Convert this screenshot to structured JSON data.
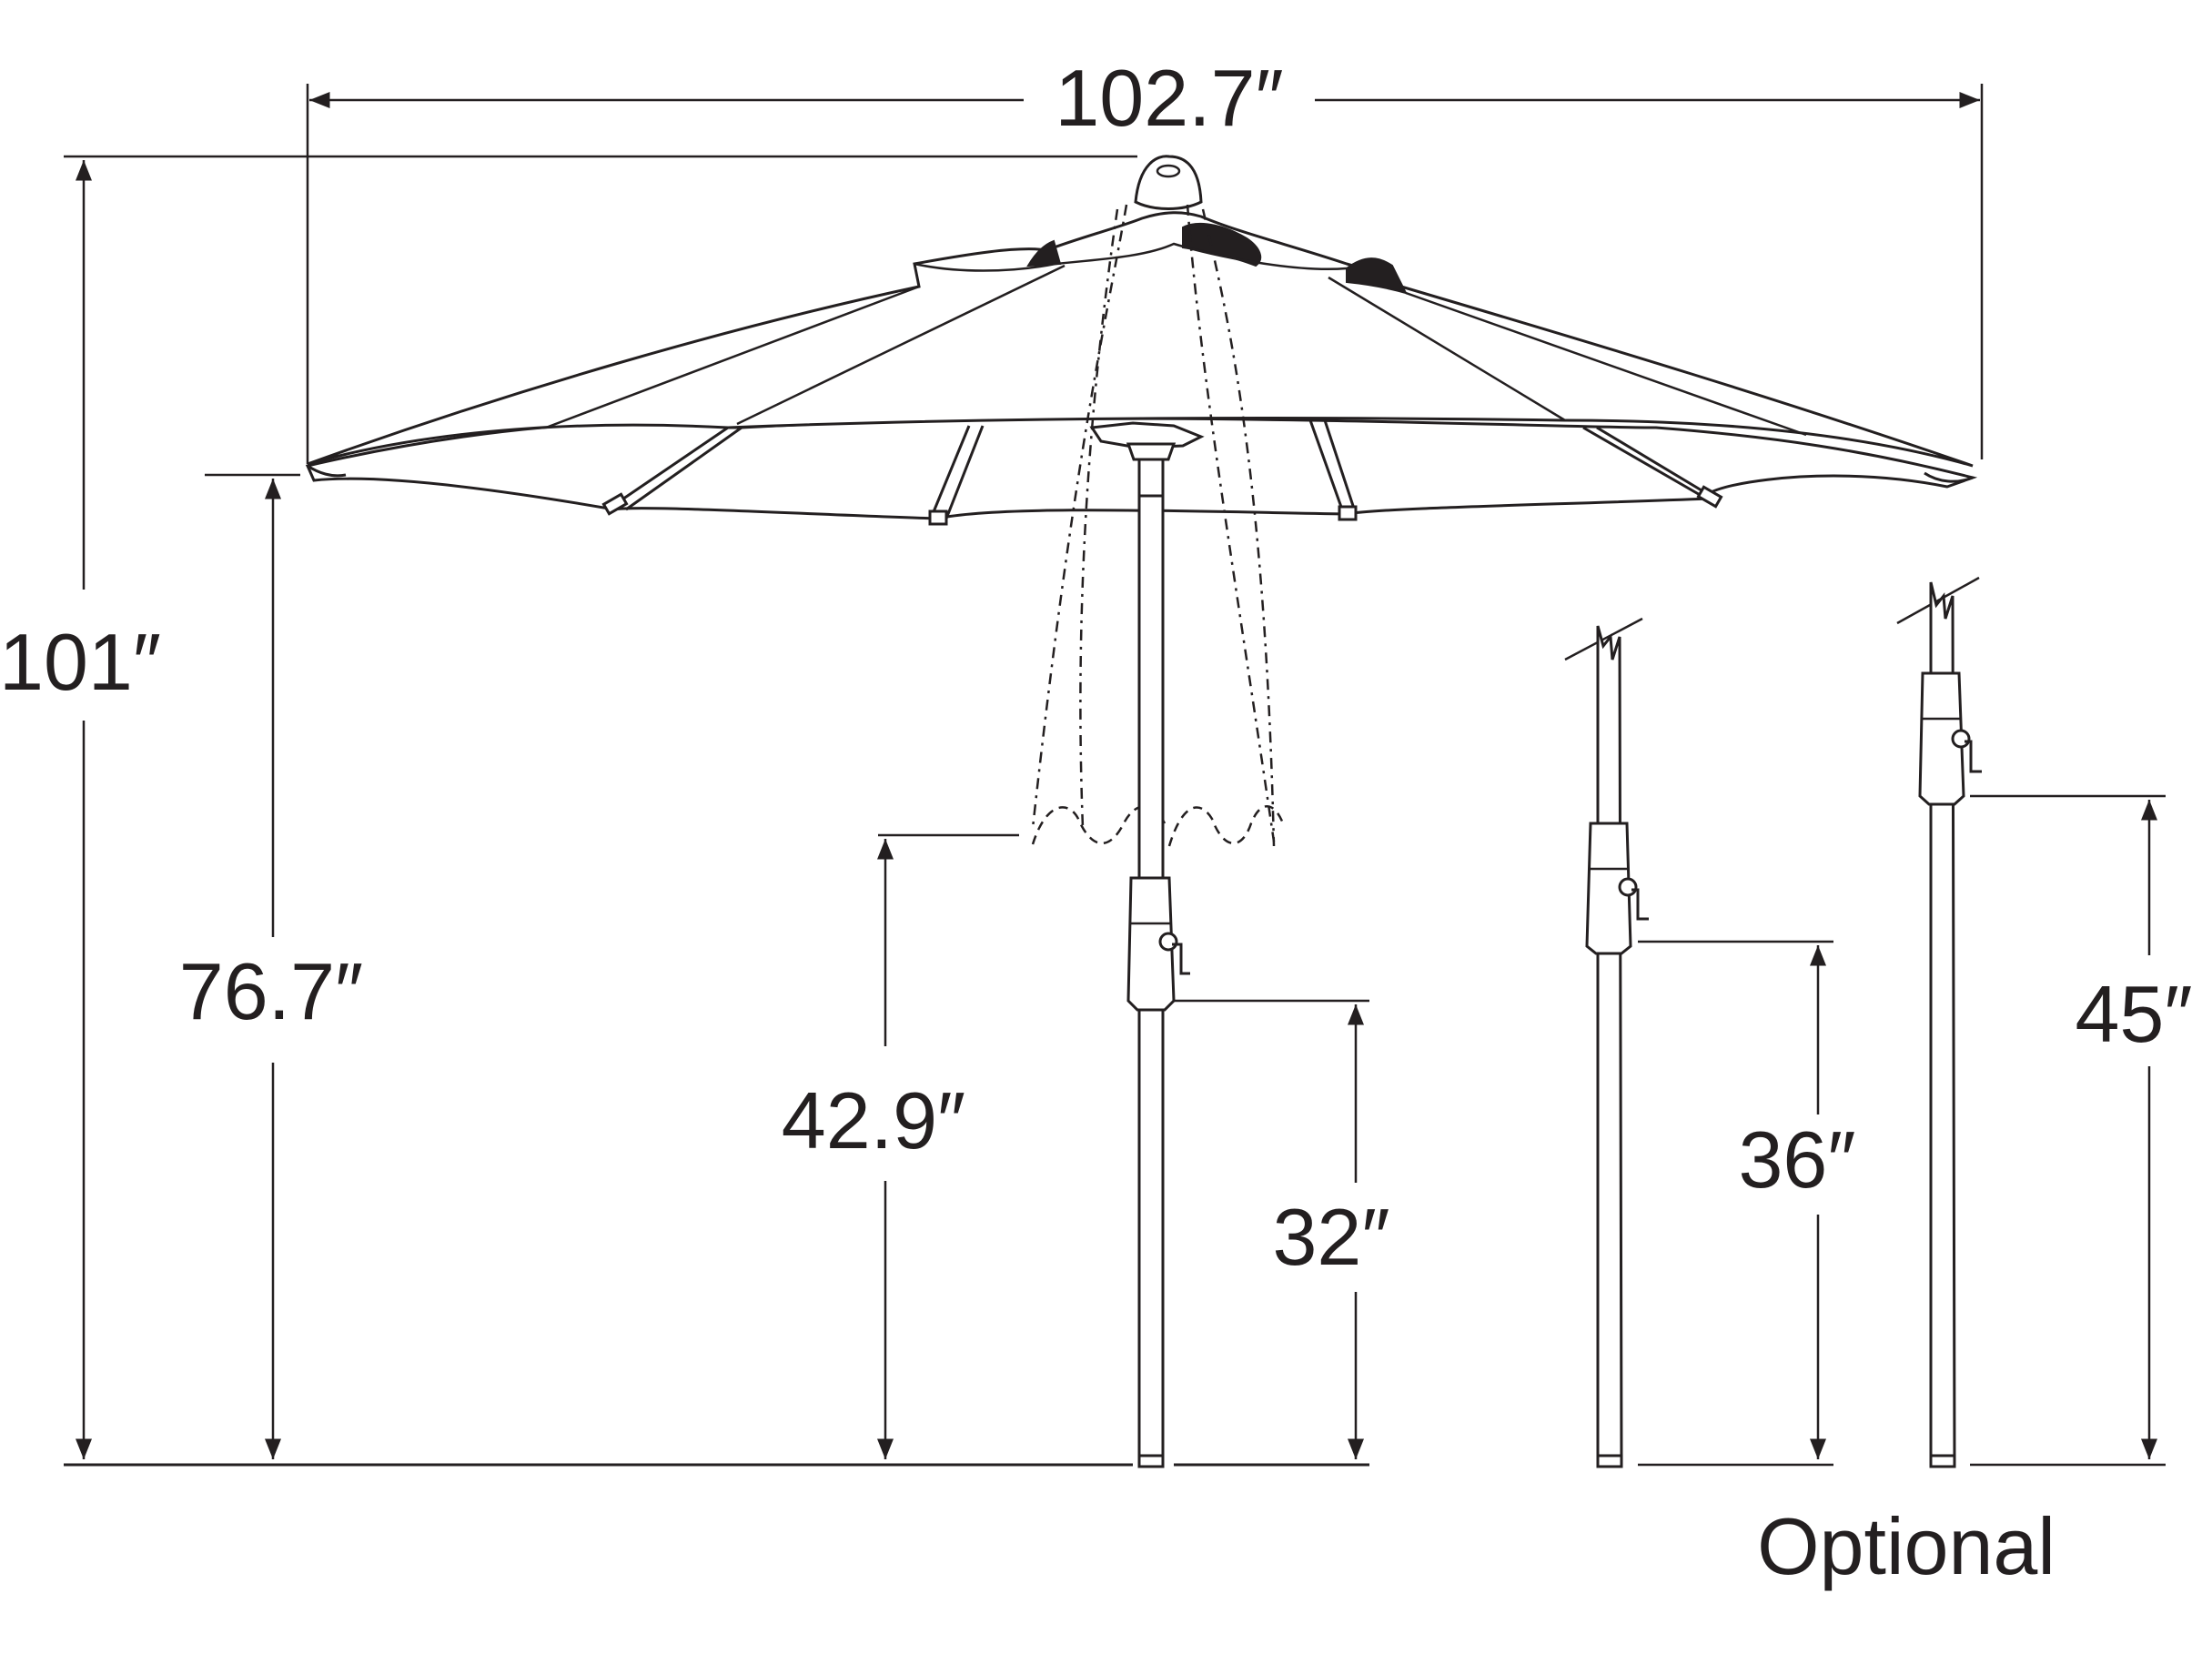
{
  "dimensions": {
    "canopy_width": "102.7″",
    "overall_height": "101″",
    "clearance_height": "76.7″",
    "crank_height_base_pole": "42.9″",
    "tilt_height_base_pole": "32″",
    "crank_height_option_a": "36″",
    "crank_height_option_b": "45″"
  },
  "labels": {
    "optional": "Optional"
  },
  "colors": {
    "line": "#231f20",
    "background": "#ffffff"
  }
}
